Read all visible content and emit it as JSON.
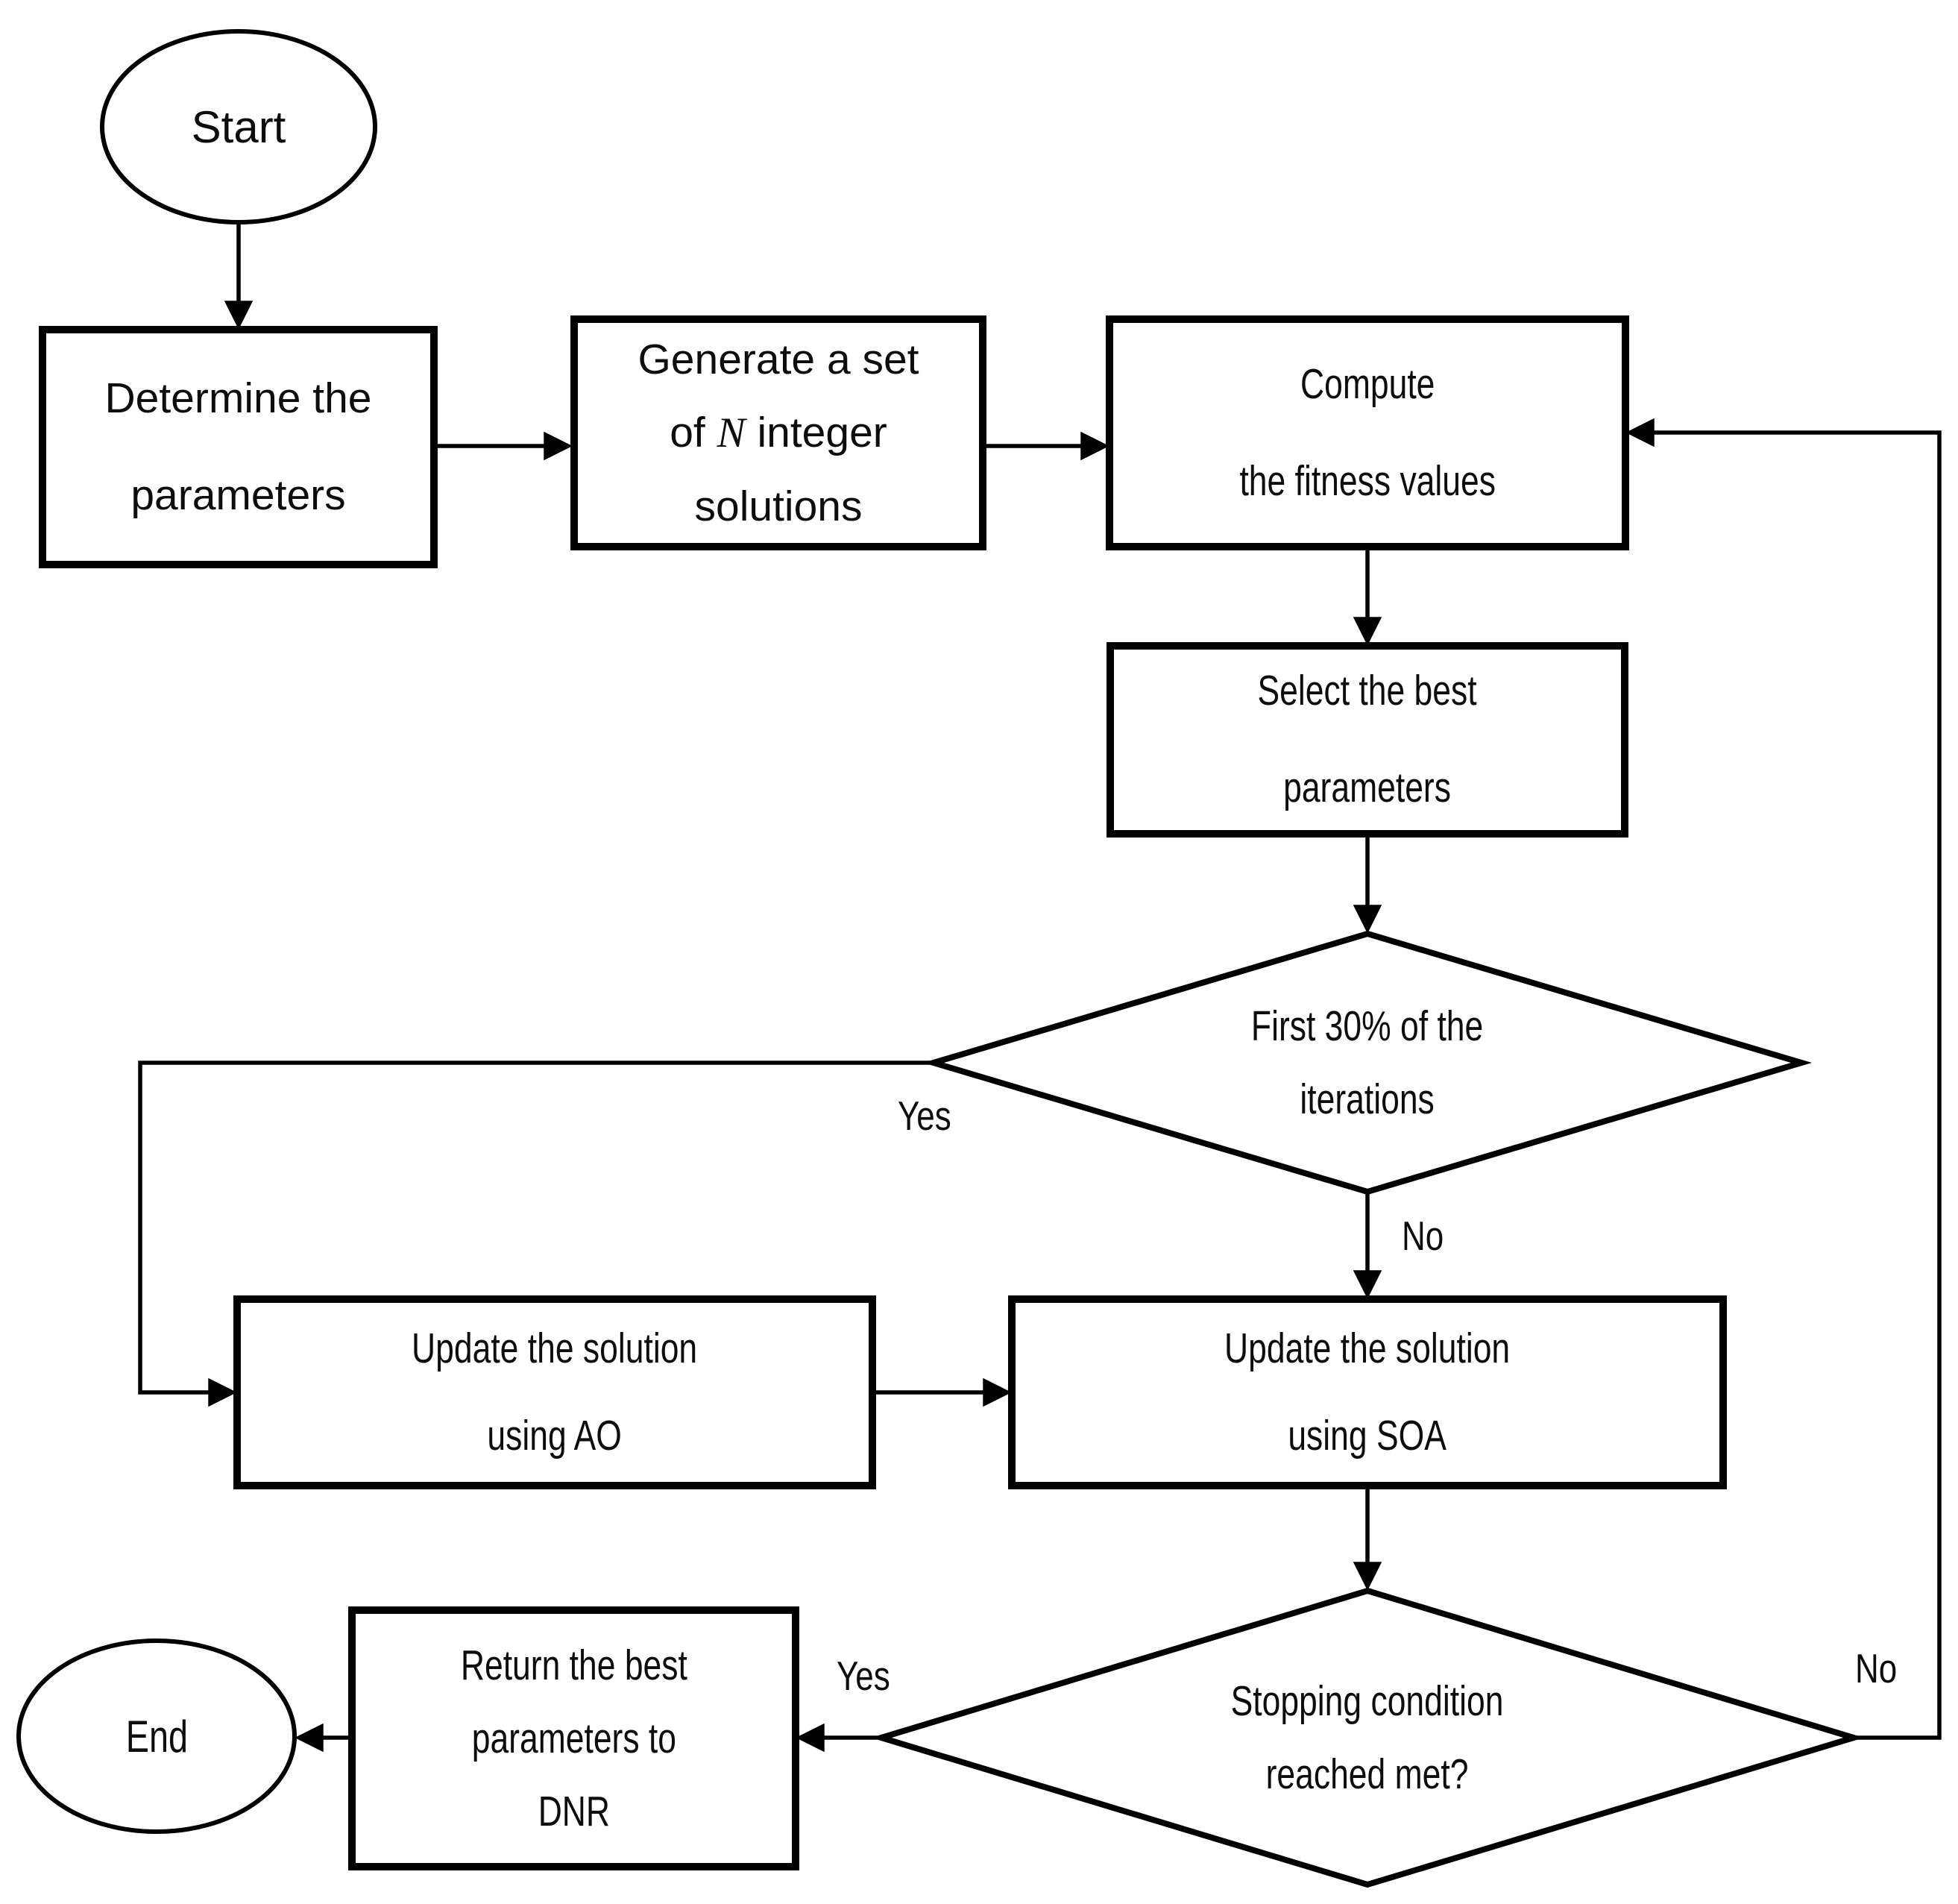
{
  "figure": {
    "type": "flowchart",
    "background": "#ffffff",
    "stroke_color": "#000000",
    "text_color": "#0d0d0d"
  },
  "nodes": {
    "start": {
      "shape": "terminator-ellipse",
      "label": "Start"
    },
    "determine": {
      "shape": "process-rect",
      "lines": [
        "Determine the",
        "parameters"
      ]
    },
    "generate": {
      "shape": "process-rect",
      "lines": [
        "Generate a set",
        "of N integer",
        "solutions"
      ],
      "line2": {
        "pre": "of",
        "var": "N",
        "post": "integer"
      }
    },
    "compute": {
      "shape": "process-rect",
      "lines": [
        "Compute",
        "the fitness values"
      ]
    },
    "select": {
      "shape": "process-rect",
      "lines": [
        "Select the best",
        "parameters"
      ]
    },
    "first30": {
      "shape": "decision-diamond",
      "lines": [
        "First 30% of the",
        "iterations"
      ]
    },
    "update_ao": {
      "shape": "process-rect",
      "lines": [
        "Update the solution",
        "using AO"
      ]
    },
    "update_soa": {
      "shape": "process-rect",
      "lines": [
        "Update the solution",
        "using SOA"
      ]
    },
    "stopping": {
      "shape": "decision-diamond",
      "lines": [
        "Stopping condition",
        "reached met?"
      ]
    },
    "return_best": {
      "shape": "process-rect",
      "lines": [
        "Return the best",
        "parameters to",
        "DNR"
      ]
    },
    "end": {
      "shape": "terminator-ellipse",
      "label": "End"
    }
  },
  "edge_labels": {
    "first30_yes": "Yes",
    "first30_no": "No",
    "stopping_yes": "Yes",
    "stopping_no": "No"
  }
}
